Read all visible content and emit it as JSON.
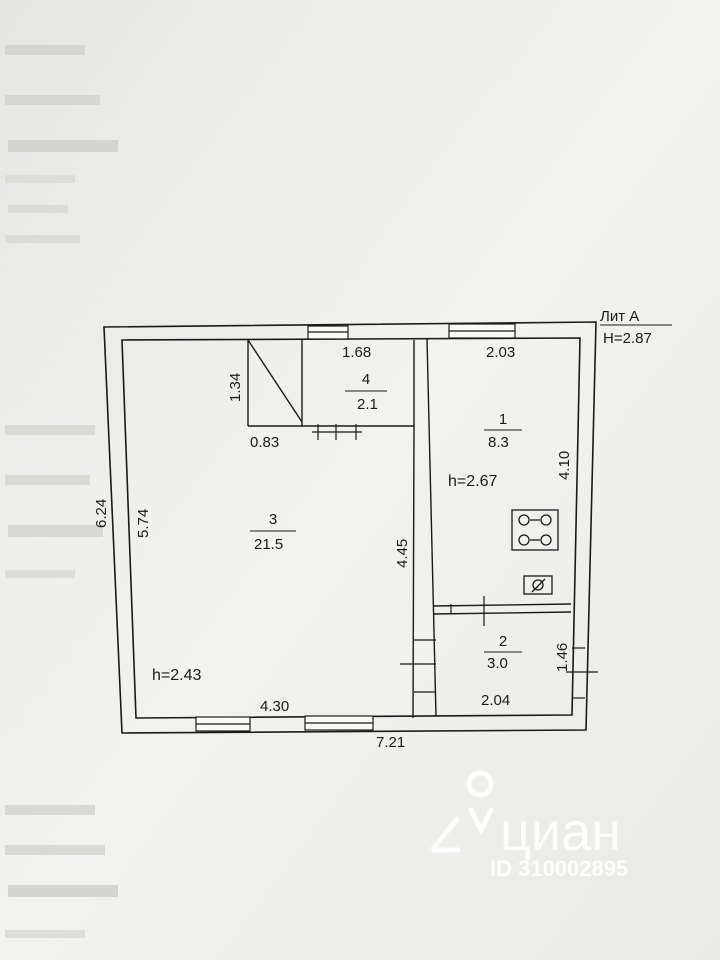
{
  "title_block": {
    "lit": "Лит А",
    "height_total": "H=2.87"
  },
  "outer_dims": {
    "left_height": "6.24",
    "bottom_width": "7.21"
  },
  "rooms": [
    {
      "number": "1",
      "area": "8.3"
    },
    {
      "number": "2",
      "area": "3.0"
    },
    {
      "number": "3",
      "area": "21.5"
    },
    {
      "number": "4",
      "area": "2.1"
    }
  ],
  "dims": {
    "r4_width": "1.68",
    "r4_height": "1.34",
    "r4_step": "0.83",
    "r3_height": "5.74",
    "r3_right": "4.45",
    "r3_width": "4.30",
    "r1_width": "2.03",
    "r1_height": "4.10",
    "r2_height": "1.46",
    "r2_width": "2.04"
  },
  "ceilings": {
    "r1": "h=2.67",
    "r3": "h=2.43"
  },
  "watermark": {
    "brand": "циан",
    "id": "ID 310002895"
  },
  "colors": {
    "paper": "#eeeeec",
    "line": "#1a1a1a",
    "watermark": "#ffffff"
  }
}
